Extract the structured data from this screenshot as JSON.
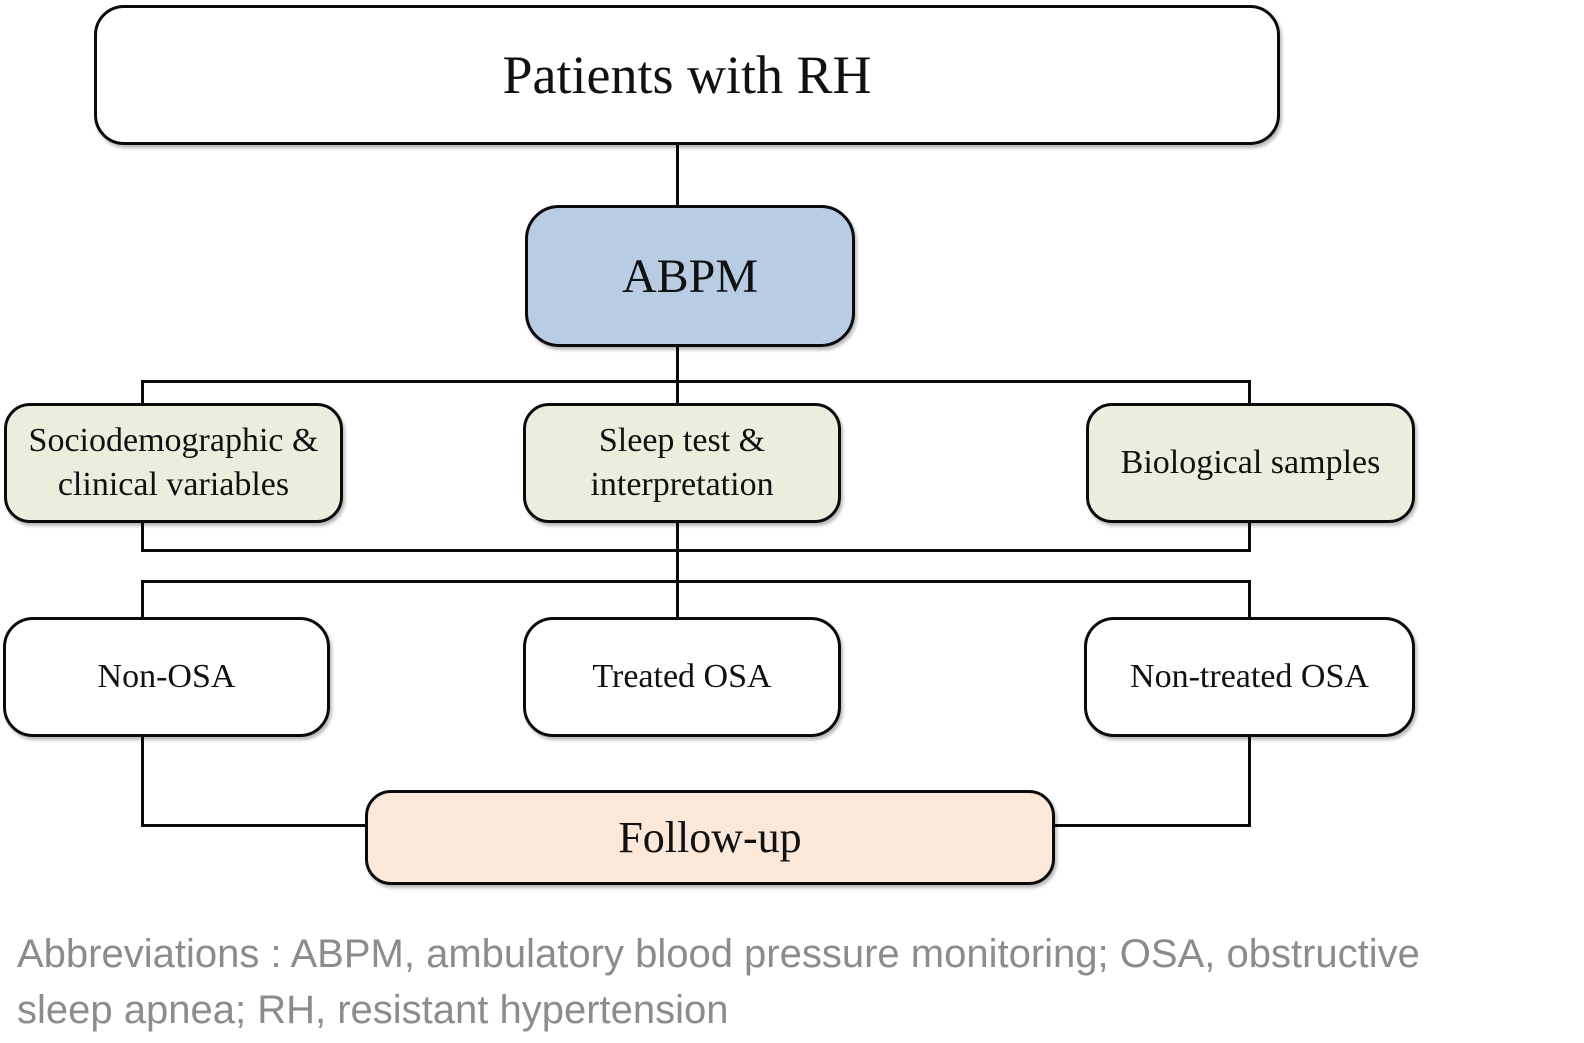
{
  "figure": {
    "type": "flowchart",
    "background": "#ffffff",
    "line_color": "#0b0b0b"
  },
  "nodes": {
    "root": {
      "label": "Patients with RH",
      "fill": "#ffffff"
    },
    "abpm": {
      "label": "ABPM",
      "fill": "#b8cce4"
    },
    "assessments": [
      {
        "id": "sociodemographic-clinical-variables",
        "label": "Sociodemographic &\nclinical variables",
        "fill": "#eaeedd"
      },
      {
        "id": "sleep-test-interpretation",
        "label": "Sleep test &\ninterpretation",
        "fill": "#eaeedd"
      },
      {
        "id": "biological-samples",
        "label": "Biological samples",
        "fill": "#eaeedd"
      }
    ],
    "groups": [
      {
        "id": "non-osa",
        "label": "Non-OSA",
        "fill": "#ffffff"
      },
      {
        "id": "treated-osa",
        "label": "Treated OSA",
        "fill": "#ffffff"
      },
      {
        "id": "non-treated-osa",
        "label": "Non-treated OSA",
        "fill": "#ffffff"
      }
    ],
    "followup": {
      "label": "Follow-up",
      "fill": "#fce8d9"
    }
  },
  "footer": {
    "line1": "Abbreviations : ABPM, ambulatory blood pressure monitoring; OSA, obstructive",
    "line2": "sleep apnea; RH, resistant hypertension",
    "color": "#8c8c8c"
  }
}
